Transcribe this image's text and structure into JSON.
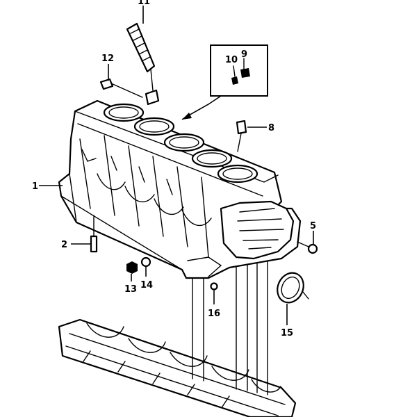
{
  "callouts": {
    "c1": "1",
    "c2": "2",
    "c5": "5",
    "c8": "8",
    "c9": "9",
    "c10": "10",
    "c11": "11",
    "c12": "12",
    "c13": "13",
    "c14": "14",
    "c15": "15",
    "c16": "16"
  }
}
